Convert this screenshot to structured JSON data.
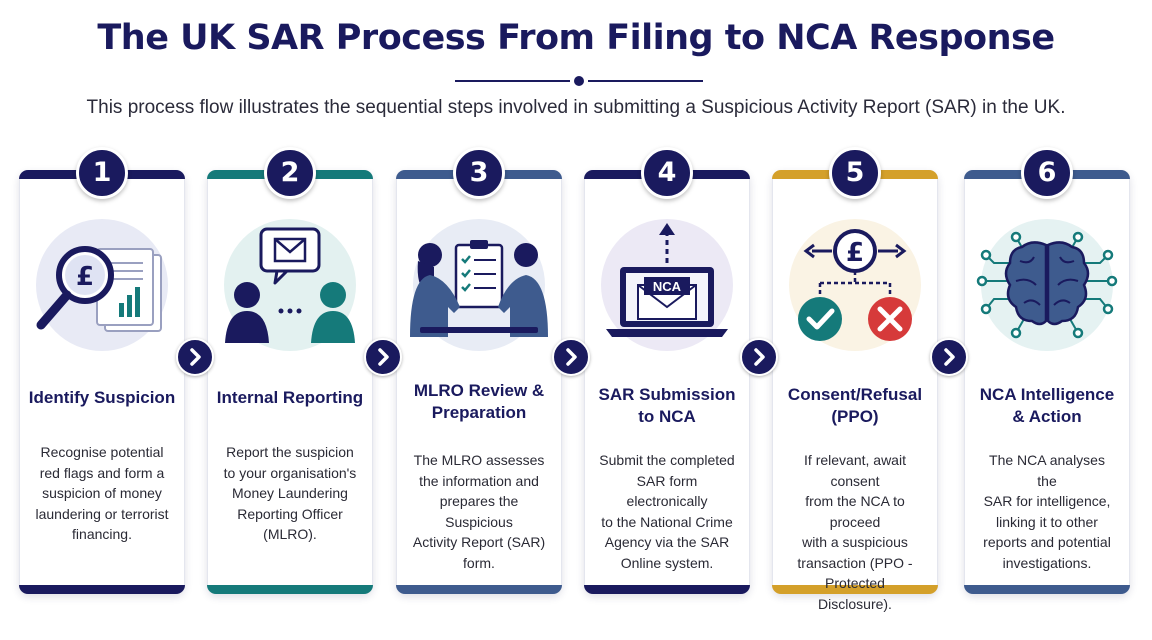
{
  "header": {
    "title": "The UK SAR Process From Filing to NCA Response",
    "subtitle": "This process flow illustrates the sequential steps involved in submitting a Suspicious Activity Report (SAR) in the UK."
  },
  "colors": {
    "navy": "#1a1a5e",
    "teal": "#157a7a",
    "slate_blue": "#3e5b8e",
    "gold": "#d4a02a",
    "step1": "#1a1a5e",
    "step2": "#157a7a",
    "step3": "#3e5b8e",
    "step4": "#1a1a5e",
    "step5": "#d4a02a",
    "step6": "#3e5b8e"
  },
  "steps": [
    {
      "number": "1",
      "title_lines": [
        "Identify Suspicion"
      ],
      "icon": "magnifier-pound-document-icon",
      "description_lines": [
        "Recognise potential",
        "red flags and form a",
        "suspicion of money",
        "laundering or terrorist",
        "financing."
      ]
    },
    {
      "number": "2",
      "title_lines": [
        "Internal Reporting"
      ],
      "icon": "two-people-message-icon",
      "description_lines": [
        "Report the suspicion",
        "to your organisation's",
        "Money Laundering",
        "Reporting Officer",
        "(MLRO)."
      ]
    },
    {
      "number": "3",
      "title_lines": [
        "MLRO Review &",
        "Preparation"
      ],
      "icon": "two-people-checklist-icon",
      "description_lines": [
        "The MLRO assesses",
        "the information and",
        "prepares the Suspicious",
        "Activity Report (SAR)",
        "form."
      ]
    },
    {
      "number": "4",
      "title_lines": [
        "SAR Submission",
        "to NCA"
      ],
      "icon": "laptop-envelope-upload-icon",
      "envelope_label": "NCA",
      "description_lines": [
        "Submit the completed",
        "SAR form electronically",
        "to the National Crime",
        "Agency via the SAR",
        "Online system."
      ]
    },
    {
      "number": "5",
      "title_lines": [
        "Consent/Refusal",
        "(PPO)"
      ],
      "icon": "pound-consent-refusal-icon",
      "description_lines": [
        "If relevant, await consent",
        "from the NCA to proceed",
        "with a suspicious",
        "transaction (PPO -",
        "Protected Disclosure)."
      ]
    },
    {
      "number": "6",
      "title_lines": [
        "NCA Intelligence",
        "& Action"
      ],
      "icon": "brain-network-icon",
      "description_lines": [
        "The NCA analyses the",
        "SAR for intelligence,",
        "linking it to other",
        "reports and potential",
        "investigations."
      ]
    }
  ]
}
